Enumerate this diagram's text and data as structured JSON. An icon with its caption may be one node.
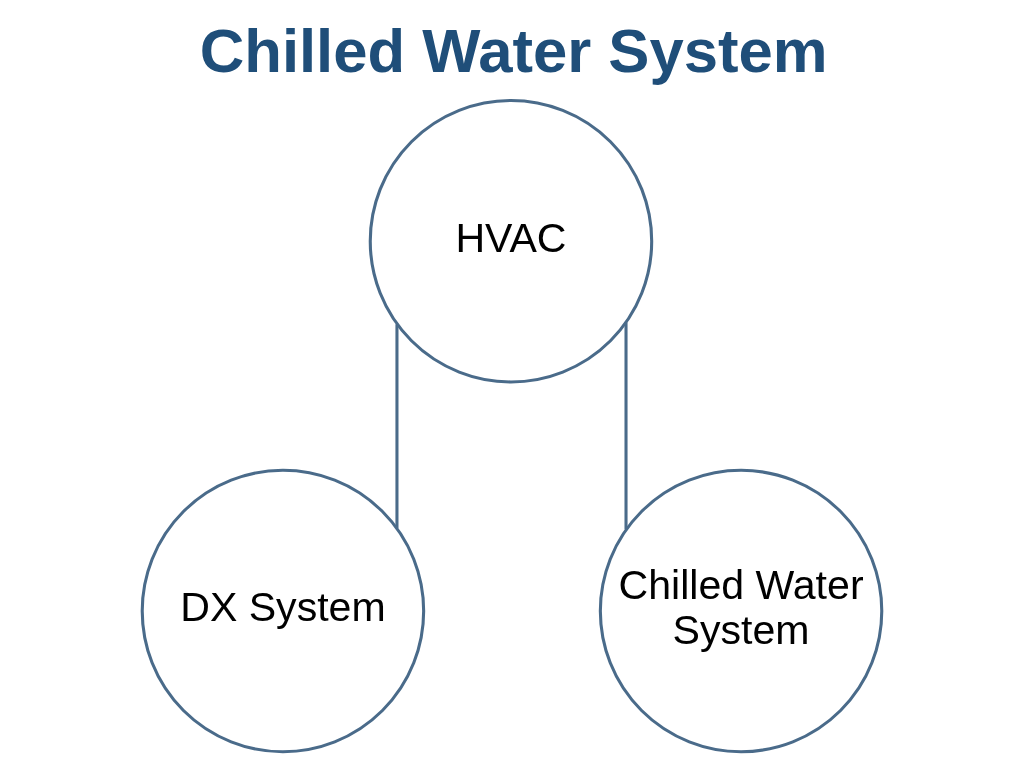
{
  "diagram": {
    "title": "Chilled Water System",
    "nodes": [
      {
        "text": [
          "HVAC"
        ]
      },
      {
        "text": [
          "DX System"
        ]
      },
      {
        "text": [
          "Chilled Water System"
        ]
      }
    ],
    "edges": [
      {
        "from": 0,
        "to": 1,
        "arrow": "none"
      },
      {
        "from": 0,
        "to": 2,
        "arrow": "none"
      }
    ]
  }
}
